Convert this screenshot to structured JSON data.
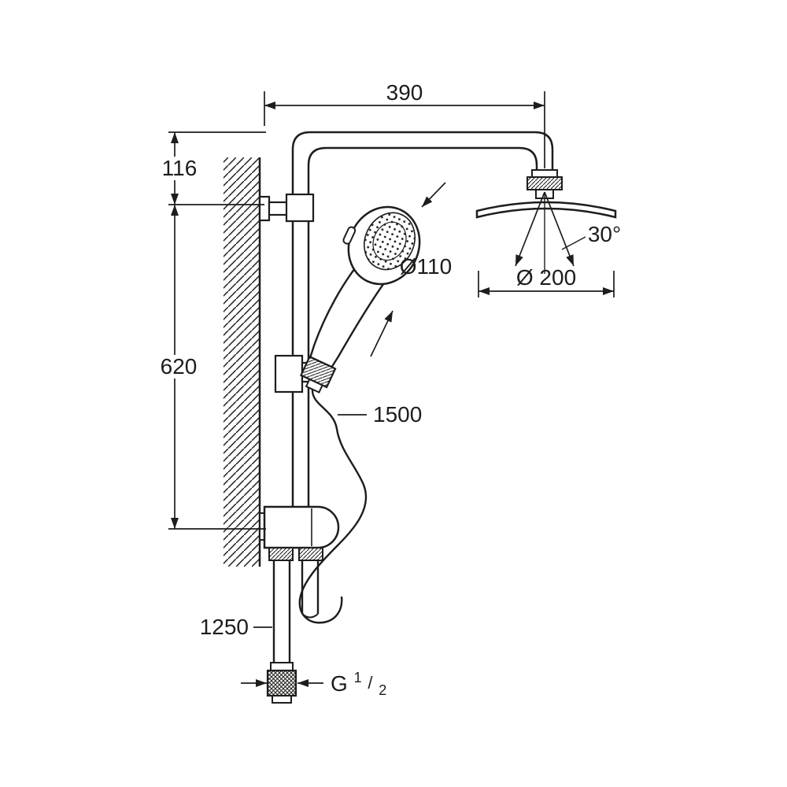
{
  "page": {
    "background": "#ffffff",
    "line_color": "#1d1d1b"
  },
  "drawing": {
    "type": "technical-dimension-diagram",
    "subject": "wall-mounted shower system with head shower, hand shower, shower rail, diverter and hoses",
    "labels": {
      "top_width": "390",
      "offset_top": "116",
      "rail_span": "620",
      "hand_shower_diameter": "Ø110",
      "head_angle": "30°",
      "head_shower_diameter": "Ø 200",
      "shower_hose_length": "1500",
      "supply_hose_length": "1250",
      "thread": {
        "letter": "G",
        "sup": "1",
        "slash": "/",
        "sub": "2"
      }
    }
  }
}
